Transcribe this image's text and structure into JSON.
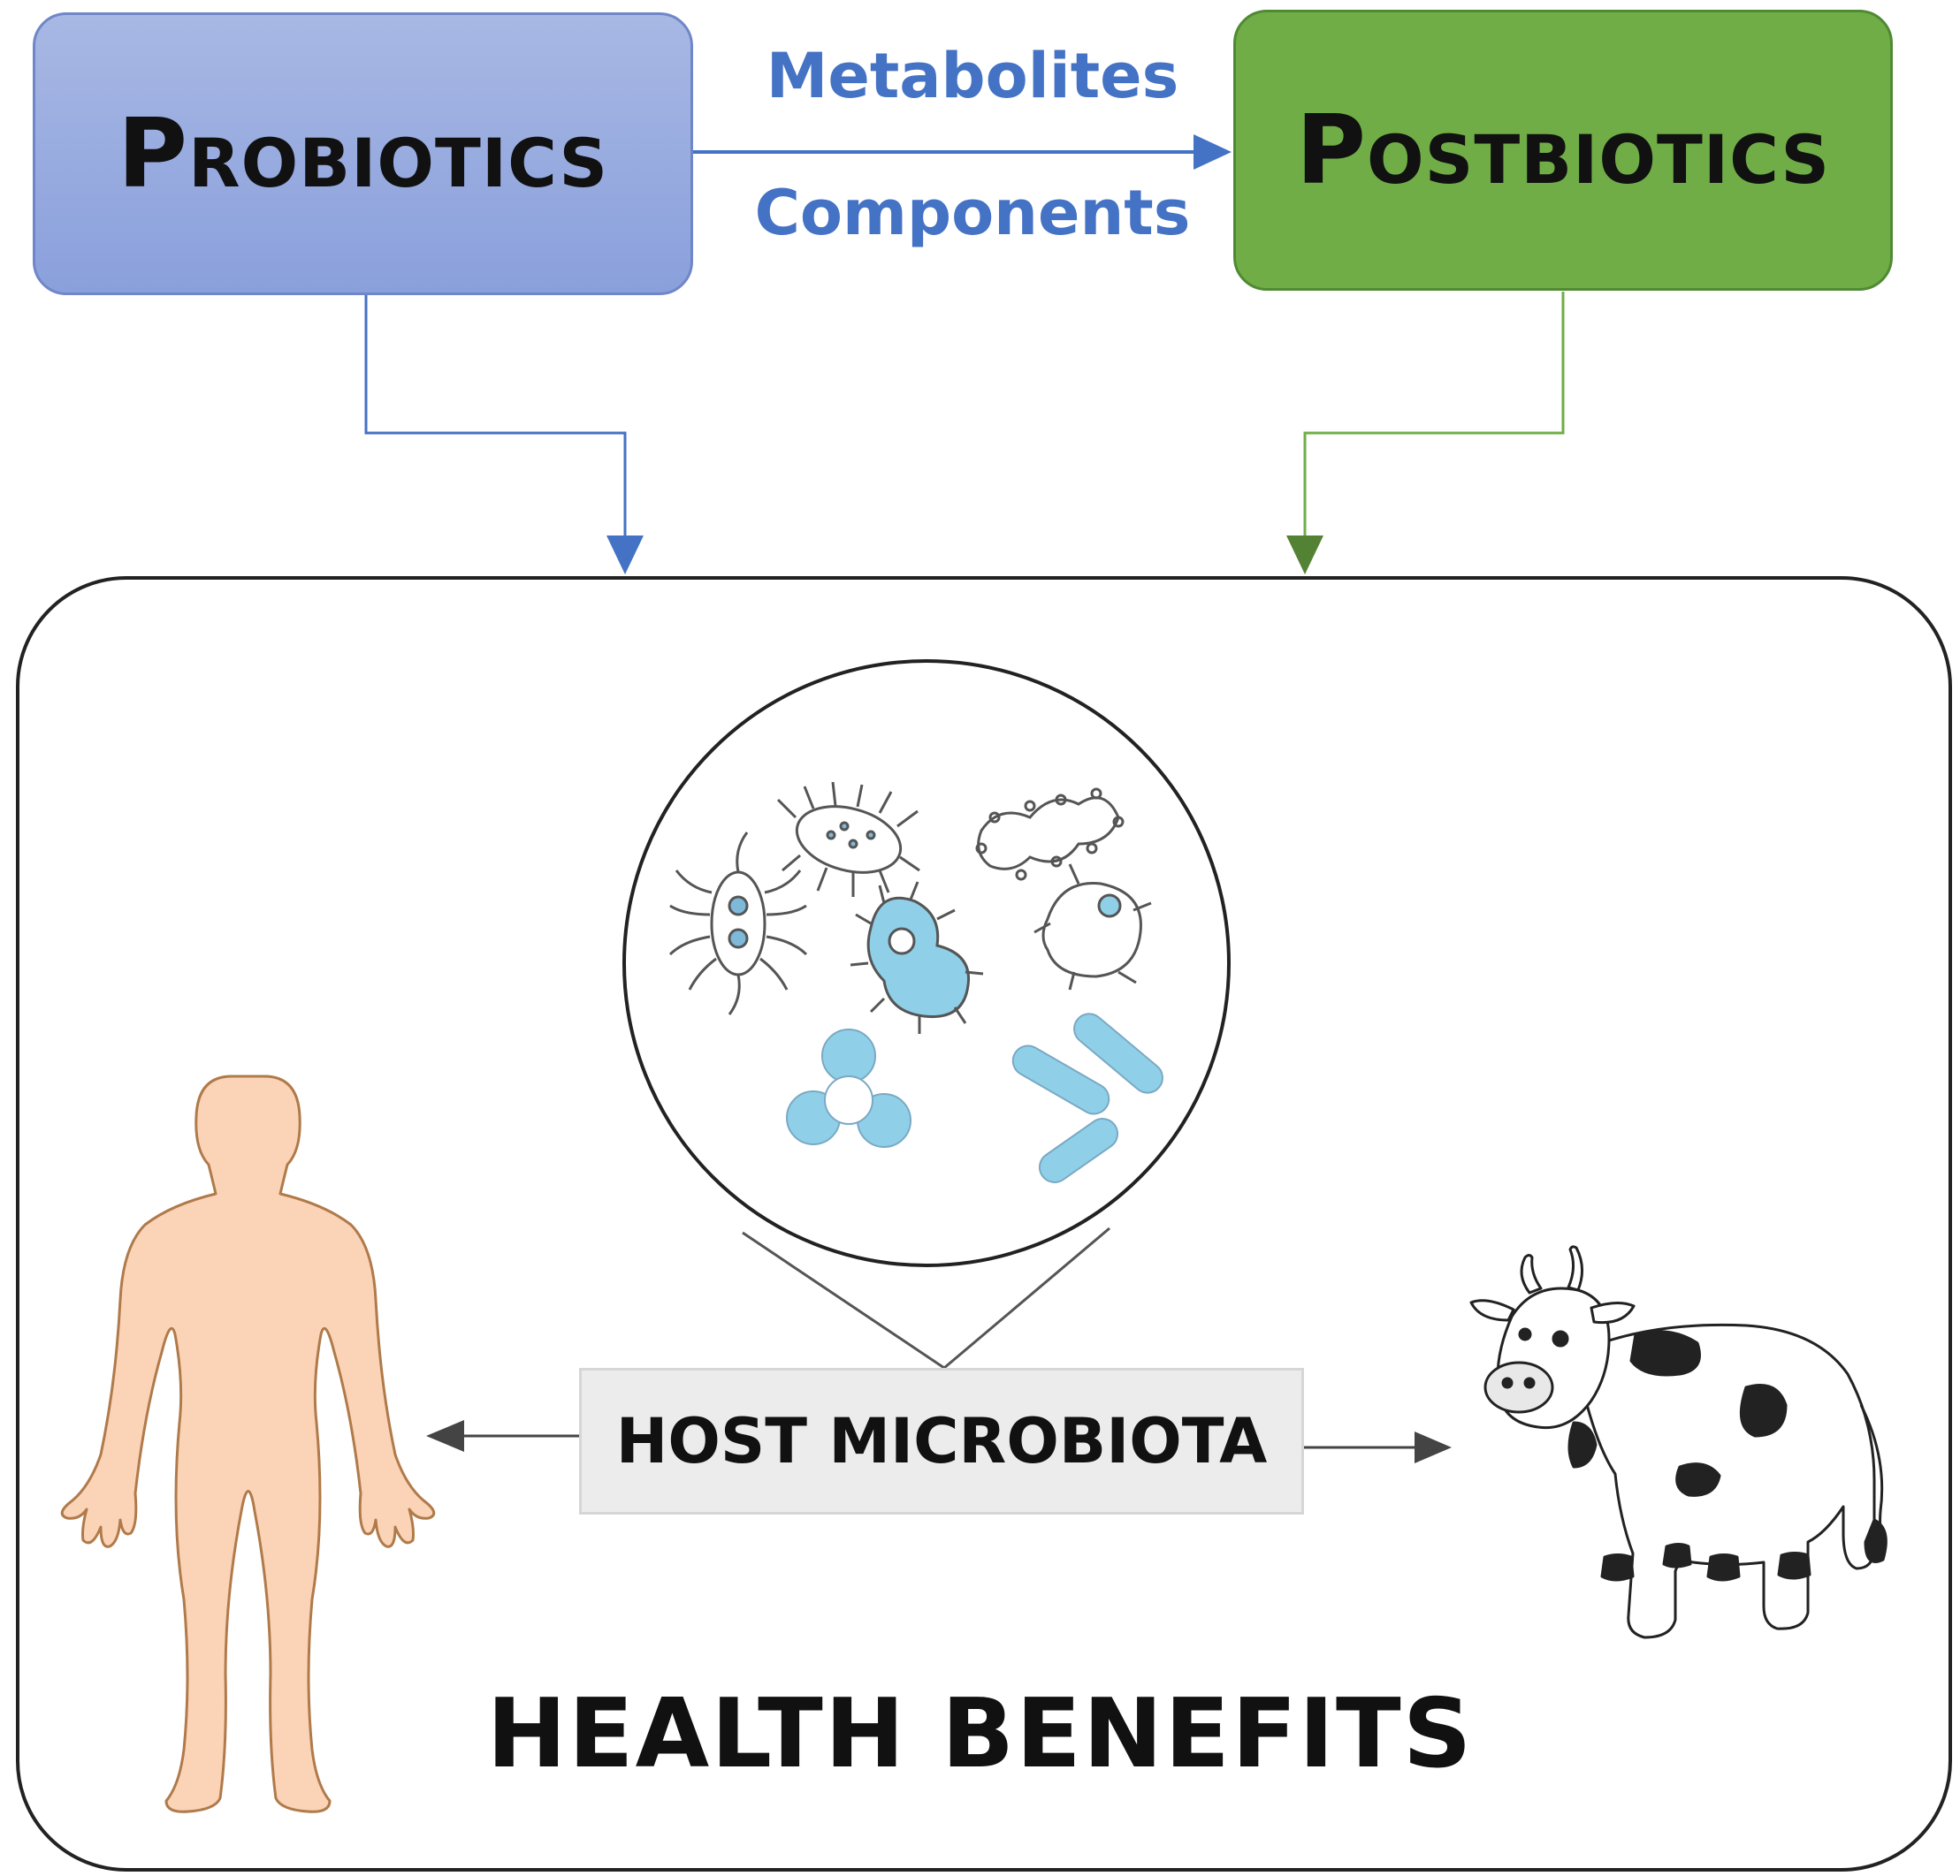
{
  "nodes": {
    "probiotics": {
      "label": "Probiotics",
      "color": "#8faadc"
    },
    "postbiotics": {
      "label": "Postbiotics",
      "color": "#70ad47"
    },
    "host_microbiota": {
      "label": "HOST MICROBIOTA"
    }
  },
  "edges": {
    "probiotics_to_postbiotics": {
      "label_top": "Metabolites",
      "label_bottom": "Components",
      "color": "#4472c4"
    }
  },
  "panel": {
    "title": "HEALTH BENEFITS"
  },
  "icons": [
    "microorganisms-icon",
    "human-body-icon",
    "cow-icon"
  ]
}
